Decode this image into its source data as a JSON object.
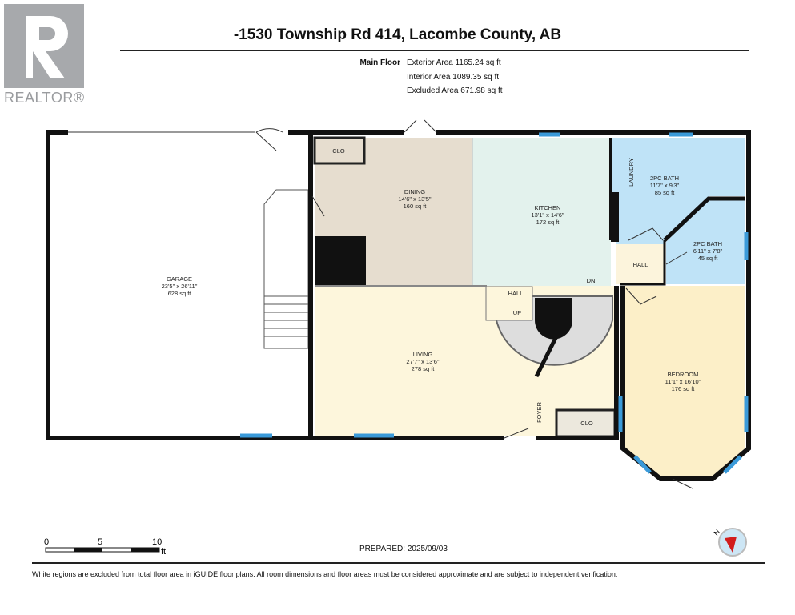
{
  "title": "-1530 Township Rd 414, Lacombe County, AB",
  "logo": {
    "text": "REALTOR®"
  },
  "floor_summary": {
    "floor": "Main Floor",
    "exterior": "Exterior Area 1165.24 sq ft",
    "interior": "Interior Area 1089.35 sq ft",
    "excluded": "Excluded Area 671.98 sq ft"
  },
  "rooms": {
    "garage": {
      "name": "GARAGE",
      "dims": "23'5\" x 26'11\"",
      "area": "628 sq ft"
    },
    "dining": {
      "name": "DINING",
      "dims": "14'6\" x 13'5\"",
      "area": "160 sq ft"
    },
    "kitchen": {
      "name": "KITCHEN",
      "dims": "13'1\" x 14'6\"",
      "area": "172 sq ft"
    },
    "bath1": {
      "name": "2PC BATH",
      "dims": "11'7\" x 9'3\"",
      "area": "85 sq ft"
    },
    "bath2": {
      "name": "2PC BATH",
      "dims": "6'11\" x 7'8\"",
      "area": "45 sq ft"
    },
    "living": {
      "name": "LIVING",
      "dims": "27'7\" x 13'6\"",
      "area": "278 sq ft"
    },
    "bedroom": {
      "name": "BEDROOM",
      "dims": "11'1\" x 16'10\"",
      "area": "176 sq ft"
    }
  },
  "labels": {
    "clo": "CLO",
    "clo2": "CLO",
    "laundry": "LAUNDRY",
    "hall": "HALL",
    "hall2": "HALL",
    "up": "UP",
    "dn": "DN",
    "foyer": "FOYER"
  },
  "scale": {
    "t0": "0",
    "t5": "5",
    "t10": "10",
    "unit": "ft"
  },
  "compass": {
    "north": "N"
  },
  "prepared": "PREPARED: 2025/09/03",
  "disclaimer": "White regions are excluded from total floor area in iGUIDE floor plans. All room dimensions and floor areas must be considered approximate and are subject to independent verification.",
  "colors": {
    "dining": "#e6ddcf",
    "kitchen": "#e3f2ed",
    "bath": "#bfe3f7",
    "living": "#fdf6dc",
    "bedroom": "#fcefc8",
    "hall": "#fcf4dc",
    "window": "#3a9ad9",
    "wall": "#111111"
  }
}
